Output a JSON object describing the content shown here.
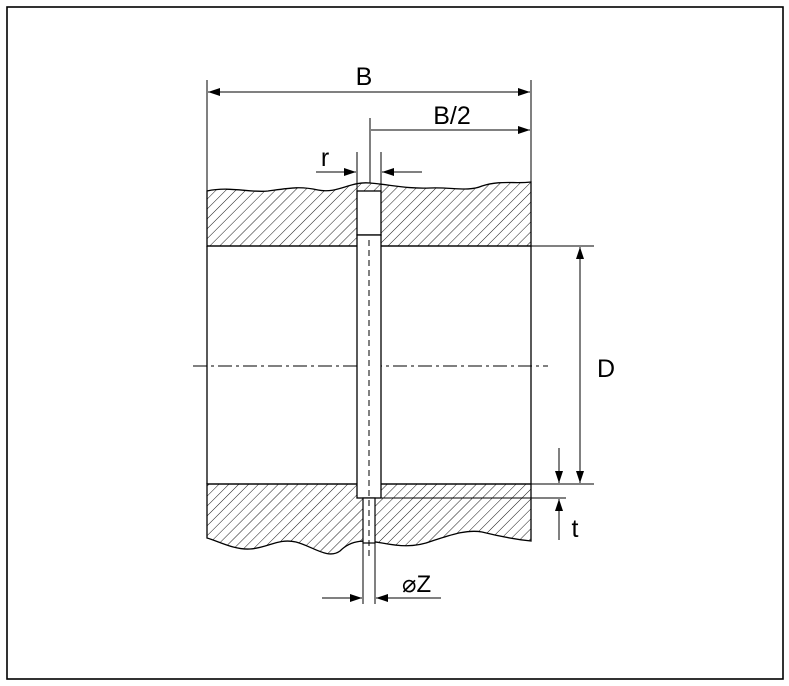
{
  "labels": {
    "width": "B",
    "half_width": "B/2",
    "radius": "r",
    "diameter": "D",
    "depth": "t",
    "hole_diameter": "⌀Z"
  }
}
